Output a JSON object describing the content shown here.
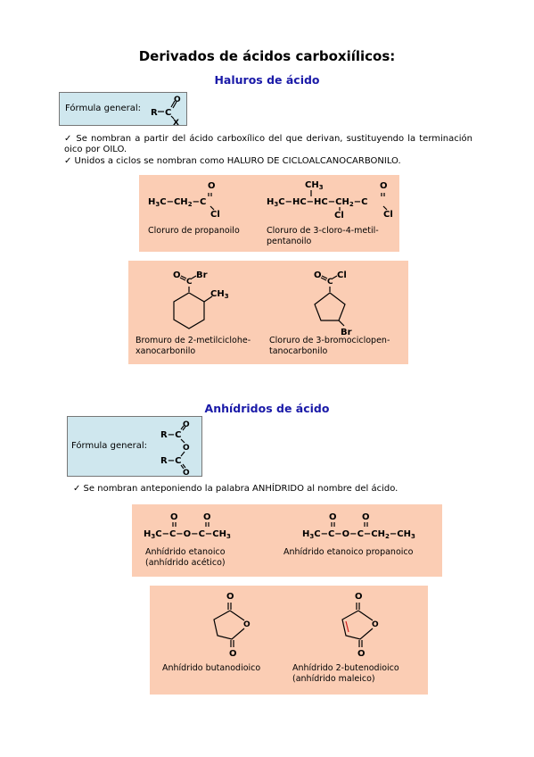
{
  "title": "Derivados de ácidos carboxiílicos:",
  "haluros": {
    "heading": "Haluros de ácido",
    "formula_label": "Fórmula general:",
    "formula_atoms": {
      "r": "R",
      "c": "C",
      "o": "O",
      "x": "X"
    },
    "bullets": [
      "✓  Se nombran a partir del ácido carboxílico del que derivan, sustituyendo la terminación oico por OILO.",
      "✓ Unidos a ciclos se nombran como HALURO DE CICLOALCANOCARBONILO."
    ],
    "examples": [
      {
        "name_lines": [
          "Cloruro de propanoilo"
        ]
      },
      {
        "name_lines": [
          "Cloruro de 3-cloro-4-metil-",
          "pentanoilo"
        ]
      },
      {
        "name_lines": [
          "Bromuro de 2-metilciclohe-",
          "xanocarbonilo"
        ]
      },
      {
        "name_lines": [
          "Cloruro de 3-bromociclopen-",
          "tanocarbonilo"
        ]
      }
    ]
  },
  "anhidridos": {
    "heading": "Anhídridos de ácido",
    "formula_label": "Fórmula general:",
    "bullets": [
      "✓ Se nombran anteponiendo la palabra ANHÍDRIDO al nombre del ácido."
    ],
    "examples": [
      {
        "name_lines": [
          "Anhídrido etanoico",
          "(anhídrido acético)"
        ]
      },
      {
        "name_lines": [
          "Anhídrido etanoico propanoico"
        ]
      },
      {
        "name_lines": [
          "Anhídrido butanodioico"
        ]
      },
      {
        "name_lines": [
          "Anhídrido 2-butenodioico",
          "(anhídrido maleico)"
        ]
      }
    ]
  }
}
